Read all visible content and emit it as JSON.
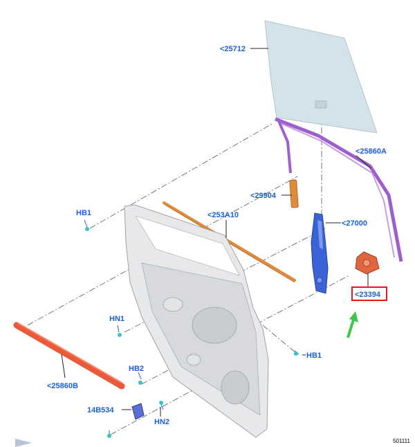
{
  "diagram": {
    "callouts": [
      {
        "id": "glass",
        "text": "<25712"
      },
      {
        "id": "run-channel",
        "text": "<25860A"
      },
      {
        "id": "pad",
        "text": "<29904"
      },
      {
        "id": "belt-strip",
        "text": "<253A10"
      },
      {
        "id": "regulator",
        "text": "<27000"
      },
      {
        "id": "motor",
        "text": "<23394"
      },
      {
        "id": "bolt-hb1-top",
        "text": "HB1"
      },
      {
        "id": "bolt-hn1",
        "text": "HN1"
      },
      {
        "id": "bolt-hb1-right",
        "text": "HB1"
      },
      {
        "id": "bolt-hb2",
        "text": "HB2"
      },
      {
        "id": "weatherstrip",
        "text": "<25860B"
      },
      {
        "id": "bracket",
        "text": "14B534"
      },
      {
        "id": "bolt-hn2",
        "text": "HN2"
      }
    ],
    "reference_number": "501111",
    "colors": {
      "callout_text": "#1a5fd6",
      "highlight_box": "#e8141e",
      "direction_arrow": "#3ec64a",
      "glass": "#d4e3ea",
      "run_channel": "#9e5fce",
      "belt_strip": "#e08a3c",
      "regulator": "#3a63d8",
      "motor": "#e0663f",
      "weatherstrip": "#ea5a3a",
      "door_frame": "#e7e8ea"
    }
  }
}
